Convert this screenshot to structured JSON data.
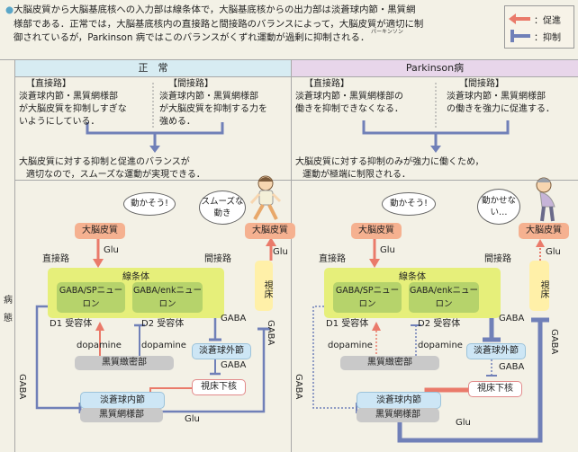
{
  "intro": {
    "line1": "大脳皮質から大脳基底核への入力部は線条体で，大脳基底核からの出力部は淡蒼球内節・黒質網",
    "line2": "様部である．正常では，大脳基底核内の直接路と間接路のバランスによって，大脳皮質が適切に制",
    "line3": "御されているが，Parkinson 病ではこのバランスがくずれ運動が過剰に抑制される．",
    "ruby": "パーキンソン"
  },
  "legend": {
    "promote": "：促進",
    "inhibit": "：抑制"
  },
  "side_label": "病態",
  "colors": {
    "promote": "#ea7a6a",
    "inhibit": "#7080b8",
    "normal_header": "#d7ecf2",
    "pd_header": "#e8d6ea",
    "striatum": "#e6ef7a",
    "neuron": "#b6d36b",
    "thalamus": "#fff0a8",
    "cortex": "#f5b190",
    "gpe": "#cde6f5",
    "gpi": "#cde6f5",
    "snr": "#c9c9c9",
    "snc": "#c9c9c9"
  },
  "panels": [
    {
      "header": "正　常",
      "direct_title": "【直接路】",
      "direct_text": [
        "淡蒼球内節・黒質網様部",
        "が大脳皮質を抑制しすぎな",
        "いようにしている．"
      ],
      "indirect_title": "【間接路】",
      "indirect_text": [
        "淡蒼球内節・黒質網様部",
        "が大脳皮質を抑制する力を",
        "強める．"
      ],
      "summary": [
        "大脳皮質に対する抑制と促進のバランスが",
        "適切なので，スムーズな運動が実現できる．"
      ],
      "bubble1": "動かそう!",
      "bubble2": "スムーズな動き",
      "cortex_top": "大脳皮質",
      "cortex_right": "大脳皮質",
      "glu": "Glu",
      "direct": "直接路",
      "indirect": "間接路",
      "striatum": "線条体",
      "neuron1": "GABA/SPニューロン",
      "neuron2": "GABA/enkニューロン",
      "d1": "D1 受容体",
      "d2": "D2 受容体",
      "dopamine": "dopamine",
      "snc": "黒質緻密部",
      "gpe": "淡蒼球外節",
      "stn": "視床下核",
      "gpi": "淡蒼球内節",
      "snr": "黒質網様部",
      "thalamus": "視床",
      "gaba": "GABA"
    },
    {
      "header": "Parkinson病",
      "direct_title": "【直接路】",
      "direct_text": [
        "淡蒼球内節・黒質網様部の",
        "働きを抑制できなくなる．"
      ],
      "indirect_title": "【間接路】",
      "indirect_text": [
        "淡蒼球内節・黒質網様部",
        "の働きを強力に促進する．"
      ],
      "summary": [
        "大脳皮質に対する抑制のみが強力に働くため，",
        "運動が極端に制限される．"
      ],
      "bubble1": "動かそう!",
      "bubble2": "動かせない…",
      "cortex_top": "大脳皮質",
      "cortex_right": "大脳皮質",
      "glu": "Glu",
      "direct": "直接路",
      "indirect": "間接路",
      "striatum": "線条体",
      "neuron1": "GABA/SPニューロン",
      "neuron2": "GABA/enkニューロン",
      "d1": "D1 受容体",
      "d2": "D2 受容体",
      "dopamine": "dopamine",
      "snc": "黒質緻密部",
      "gpe": "淡蒼球外節",
      "stn": "視床下核",
      "gpi": "淡蒼球内節",
      "snr": "黒質網様部",
      "thalamus": "視床",
      "gaba": "GABA"
    }
  ]
}
